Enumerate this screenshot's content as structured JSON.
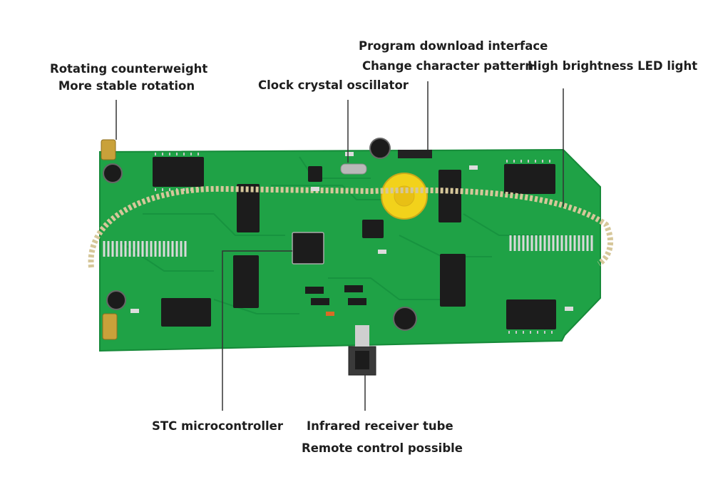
{
  "labels": {
    "counterweight": {
      "line1": "Rotating counterweight",
      "line2": "More stable rotation"
    },
    "crystal": "Clock crystal oscillator",
    "download": {
      "line1": "Program download interface",
      "line2": "Change character pattern"
    },
    "led": "High brightness LED light",
    "mcu": "STC microcontroller",
    "ir": {
      "line1": "Infrared receiver tube",
      "line2": "Remote control possible"
    }
  },
  "colors": {
    "pcb": "#1fa246",
    "pcb_dark": "#138a37",
    "chip": "#1c1c1c",
    "pin": "#c9c9c9",
    "battery": "#f2d21b",
    "brass": "#c9a13a",
    "text": "#1e1e1e",
    "leader": "#333333"
  }
}
